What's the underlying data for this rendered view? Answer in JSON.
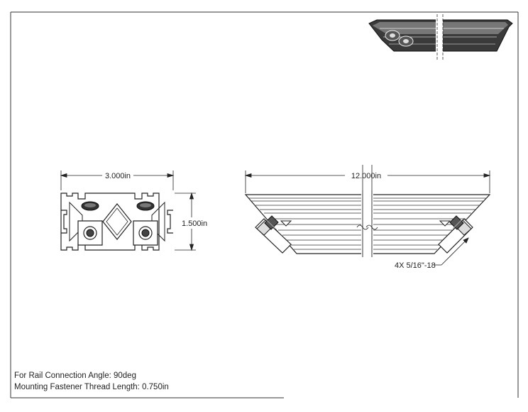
{
  "dimensions": {
    "width": "3.000in",
    "height": "1.500in",
    "length": "12.000in"
  },
  "callouts": {
    "fastener": "4X 5/16\"-18"
  },
  "notes": [
    "For Rail Connection Angle: 90deg",
    "Mounting Fastener Thread Length: 0.750in"
  ]
}
